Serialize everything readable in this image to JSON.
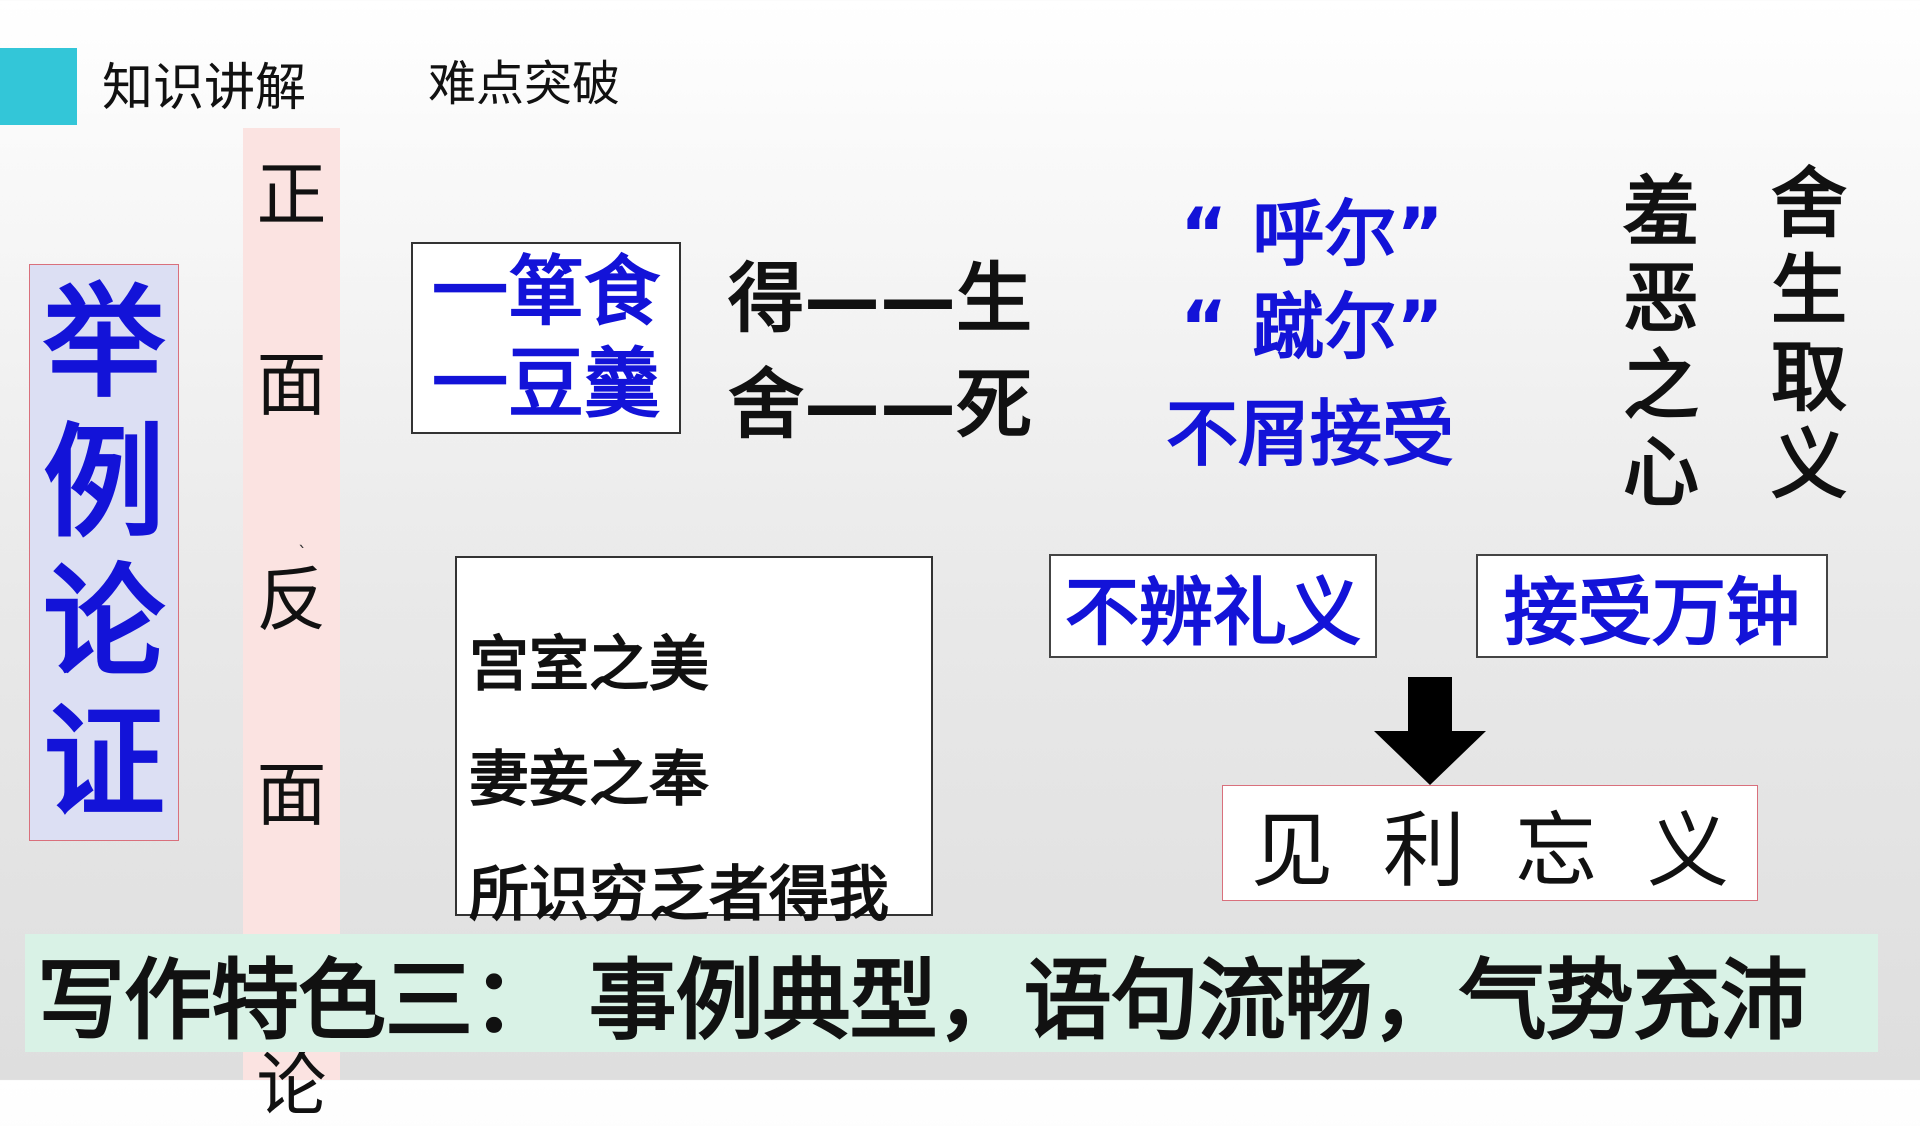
{
  "header": {
    "section": "知识讲解",
    "topic": "难点突破"
  },
  "method": [
    "举",
    "例",
    "论",
    "证"
  ],
  "strip": [
    "正",
    "面",
    "反",
    "面",
    "论"
  ],
  "box_food": {
    "line1": "一箪食",
    "line2": "一豆羹"
  },
  "gain_lose": {
    "line1": "得——生",
    "line2": "舍——死"
  },
  "middle": {
    "line1": "“ 呼尔”",
    "line2": "“ 蹴尔”",
    "line3": "不屑接受"
  },
  "shame_col": [
    "羞",
    "恶",
    "之",
    "心"
  ],
  "sacrifice_col": [
    "舍",
    "生",
    "取",
    "义"
  ],
  "box_luxury": [
    "宫室之美",
    "妻妾之奉",
    "所识穷乏者得我"
  ],
  "label_courtesy": "不辨礼义",
  "label_wealth": "接受万钟",
  "conclusion": "见利忘义",
  "banner": "写作特色三： 事例典型，语句流畅，气势充沛",
  "colors": {
    "accent": "#33c6d8",
    "blue_text": "#1313d8",
    "strip": "#fbe3e1",
    "banner": "#d9f2e6",
    "method_box": "#dcdff3"
  }
}
